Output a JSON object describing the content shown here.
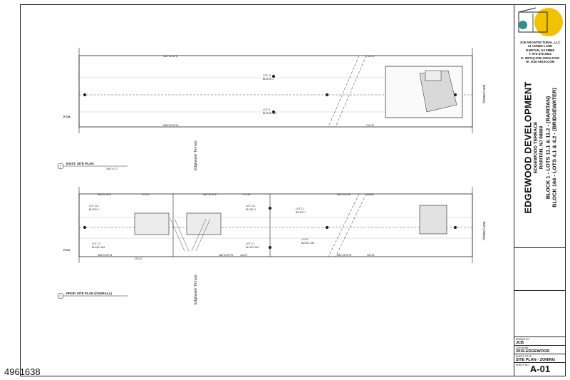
{
  "drawing": {
    "plan1": {
      "title": "EXIST. SITE PLAN",
      "scale": "3/64\"=1'-0\"",
      "marker": "1",
      "north_bearing": "S84°42'00\"E",
      "north_distance": "716.78",
      "south_bearing": "N84°42'00\"W",
      "south_distance": "716.78",
      "lot_top_name": "LOT 11",
      "lot_top_block": "BLOCK 1",
      "lot_bottom_name": "LOT 6",
      "lot_bottom_block": "BLOCK 164",
      "pob": "P.O.B."
    },
    "plan2": {
      "title": "PROP. SITE PLAN (OVERALL)",
      "marker": "2",
      "top_seg1_bearing": "S84°42'00\"E",
      "top_seg1_distance": "176.23",
      "top_seg2_bearing": "S84°42'00\"E",
      "top_seg2_distance": "176.14",
      "top_seg3_bearing": "S84°42'00\"E",
      "top_seg3_distance": "356.88",
      "bot_seg1_bearing": "N84°42'00\"W",
      "bot_seg1_distance": "216.10",
      "bot_seg2_bearing": "N84°42'00\"W",
      "bot_seg2_distance": "142.27",
      "bot_seg3_bearing": "N84°42'00\"W",
      "bot_seg3_distance": "330.30",
      "lot_a_name": "LOT 11.2",
      "lot_a_block": "BLOCK 1",
      "lot_b_name": "LOT 11.1",
      "lot_b_block": "BLOCK 1",
      "lot_c_name": "LOT 11",
      "lot_c_block": "BLOCK 1",
      "lot_d_name": "LOT 4.2",
      "lot_d_block": "BLOCK 164",
      "lot_e_name": "LOT 4.1",
      "lot_e_block": "BLOCK 164",
      "lot_f_name": "LOT 6",
      "lot_f_block": "BLOCK 164",
      "pob": "P.O.B."
    },
    "street_left": "Edgewater Terrace",
    "street_right": "Vones Lane"
  },
  "title_block": {
    "firm": {
      "name": "JCB ARCHITECTURAL, LLC",
      "address": "21 VONES LANE",
      "city": "RARITAN, NJ 08869",
      "phone": "T: 973-476-2624",
      "email": "E: INFO@JCB-ARCH.COM",
      "web": "W: JCB-ARCH.COM"
    },
    "project": {
      "title": "EDGEWOOD DEVELOPMENT",
      "address": "EDGEWOOD TERRACE",
      "city": "RARITAN, NJ 08869",
      "lots_line1": "BLOCK 1 - LOTS 11.1 & 11.2 - (RARITAN)",
      "lots_line2": "BLOCK 164 - LOTS 4.1 & 4.2 - (BRIDGEWATER)"
    },
    "drawn_by_label": "DRAWN BY",
    "drawn_by": "JCB",
    "job_label": "JOB NAME",
    "job": "2016-EDGEWOOD",
    "sheet_title_label": "SHEET TITLE",
    "sheet_title": "SITE PLAN - ZONING",
    "sheet_no_label": "SHEET NO.",
    "sheet_no": "A-01"
  },
  "listing_id": "4961638",
  "colors": {
    "ink": "#222222",
    "logo_yellow": "#f2c200",
    "logo_teal": "#2f8f8f",
    "faint_line": "#9a9a9a"
  }
}
